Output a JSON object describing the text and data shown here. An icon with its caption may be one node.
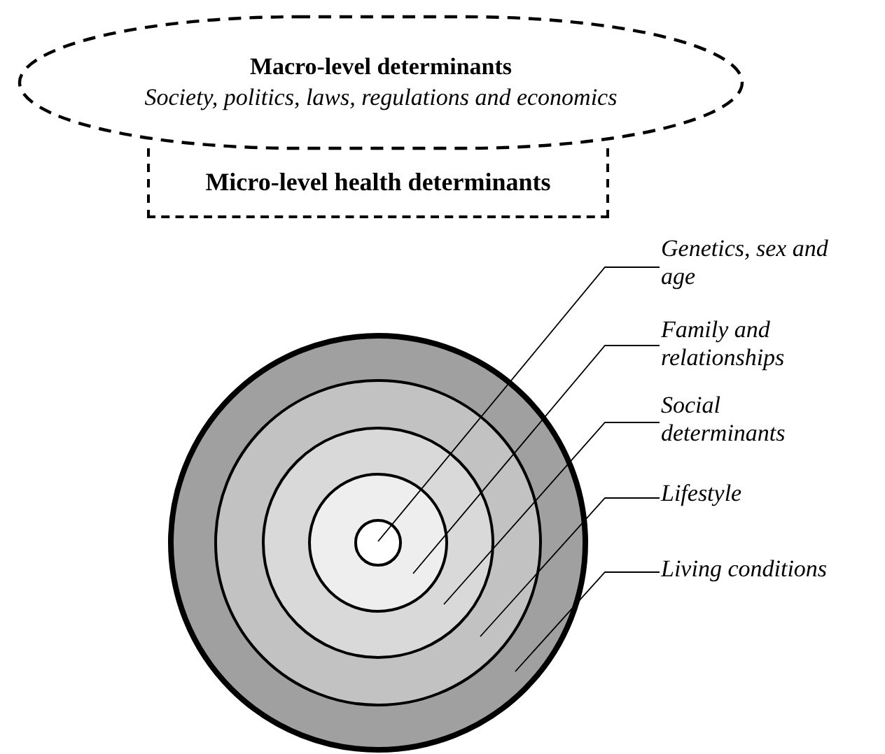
{
  "diagram": {
    "nodes": [
      {
        "text": [
          "Macro-level determinants",
          "Society, politics, laws, regulations and economics"
        ]
      },
      {
        "text": [
          "Micro-level health determinants"
        ]
      },
      {
        "text": [
          "Genetics, sex and age"
        ]
      },
      {
        "text": [
          "Family and relationships"
        ]
      },
      {
        "text": [
          "Social determinants"
        ]
      },
      {
        "text": [
          "Lifestyle"
        ]
      },
      {
        "text": [
          "Living conditions"
        ]
      },
      {
        "text": [],
        "shape": "circle"
      },
      {
        "text": [],
        "shape": "circle",
        "in": 7
      },
      {
        "text": [],
        "shape": "circle",
        "in": 8
      },
      {
        "text": [],
        "shape": "circle",
        "in": 9
      },
      {
        "text": [],
        "shape": "circle",
        "in": 10
      }
    ],
    "edges": [
      {
        "from": 2,
        "to": 11,
        "arrow": "none"
      },
      {
        "from": 3,
        "to": 10,
        "arrow": "none"
      },
      {
        "from": 4,
        "to": 9,
        "arrow": "none"
      },
      {
        "from": 5,
        "to": 8,
        "arrow": "none"
      },
      {
        "from": 6,
        "to": 7,
        "arrow": "none"
      }
    ]
  }
}
